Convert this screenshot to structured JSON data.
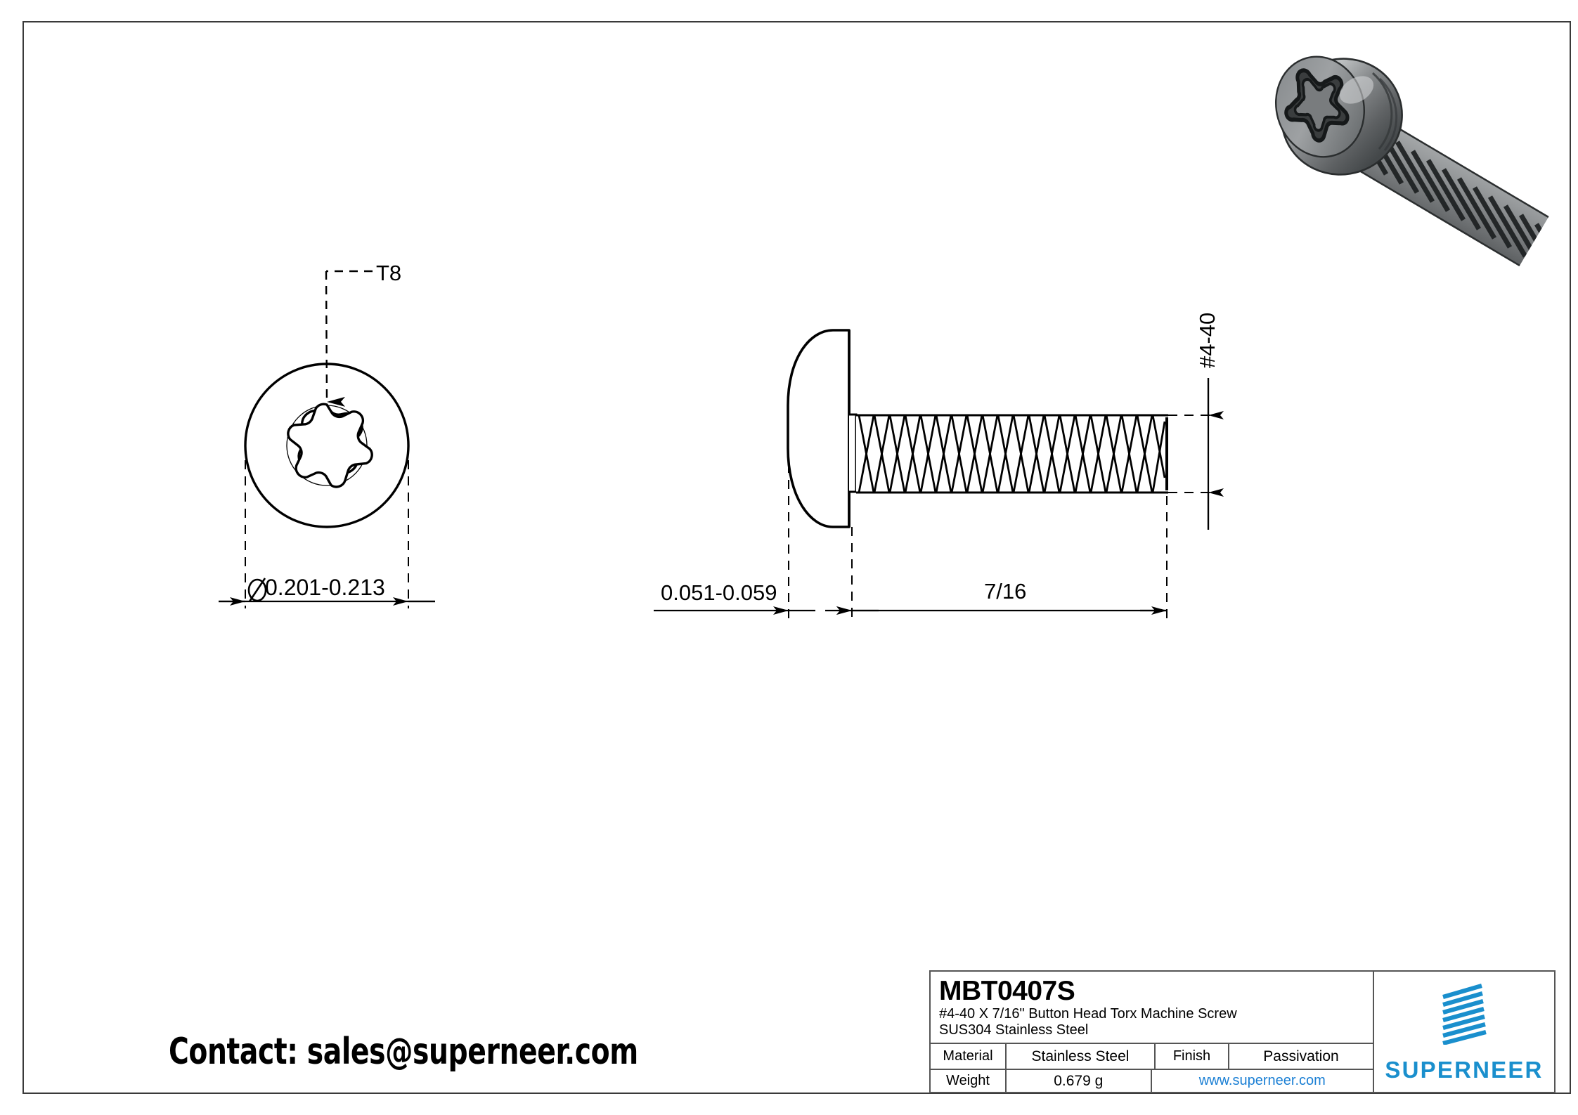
{
  "sheet": {
    "background": "#ffffff",
    "frame_color": "#3a3a3a"
  },
  "contact": {
    "text": "Contact: sales@superneer.com"
  },
  "drawing": {
    "top_view": {
      "leader_label": "T8",
      "diameter_dimension": "⌀ 0.201-0.213"
    },
    "side_view": {
      "head_height_dimension": "0.051-0.059",
      "length_dimension": "7/16",
      "thread_dimension": "#4-40"
    }
  },
  "title_block": {
    "part_number": "MBT0407S",
    "description_line1": "#4-40  X  7/16\"  Button Head Torx Machine Screw",
    "description_line2": "SUS304 Stainless Steel",
    "rows": [
      {
        "label": "Material",
        "value": "Stainless Steel",
        "label2": "Finish",
        "value2": "Passivation"
      },
      {
        "label": "Weight",
        "value": "0.679 g",
        "url": "www.superneer.com"
      }
    ],
    "logo": {
      "wordmark": "SUPERNEER",
      "color": "#1a8fcd",
      "mark_name": "striped-parallelogram-logo"
    },
    "url_color": "#1a7fd4"
  },
  "render": {
    "alt": "3D render of button head Torx machine screw",
    "body_color": "#6f7274",
    "highlight_color": "#b9bcbd",
    "shadow_color": "#2f3233"
  }
}
